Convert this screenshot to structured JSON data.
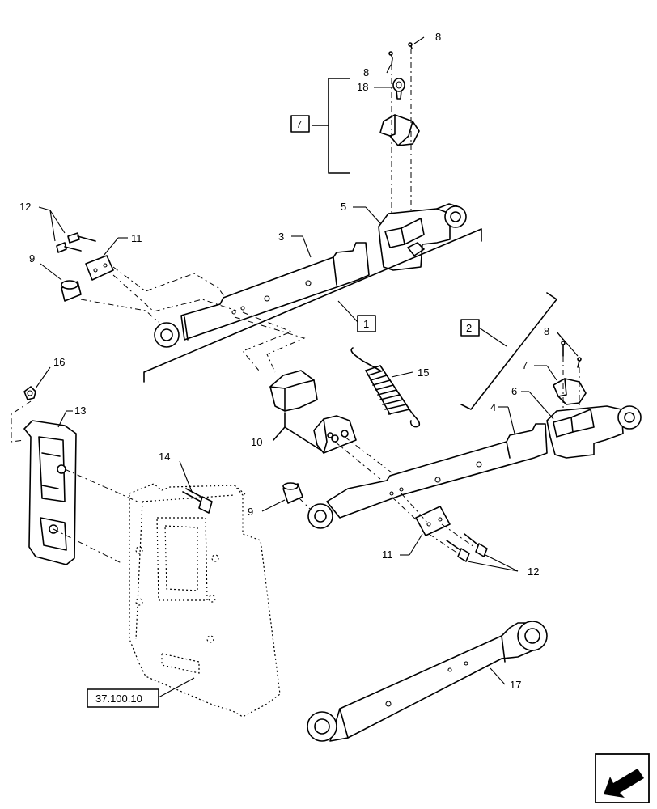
{
  "labels": {
    "n1": "1",
    "n2": "2",
    "n3": "3",
    "n4": "4",
    "n5": "5",
    "n6": "6",
    "n7a": "7",
    "n7b": "7",
    "n8a": "8",
    "n8b": "8",
    "n8c": "8",
    "n9a": "9",
    "n9b": "9",
    "n10": "10",
    "n11a": "11",
    "n11b": "11",
    "n12a": "12",
    "n12b": "12",
    "n13": "13",
    "n14": "14",
    "n15": "15",
    "n16": "16",
    "n17": "17",
    "n18": "18",
    "reference": "37.100.10"
  },
  "icons": {
    "navigation": "next-page-arrow-icon"
  }
}
